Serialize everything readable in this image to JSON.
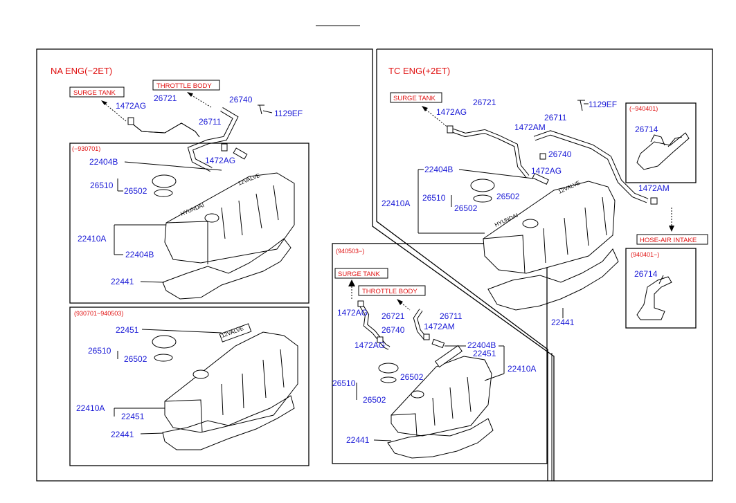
{
  "sections": {
    "na": {
      "title": "NA ENG(−2ET)"
    },
    "tc": {
      "title": "TC ENG(+2ET)"
    }
  },
  "boxes": {
    "na_top": "(−930701)",
    "na_bottom": "(930701~940503)",
    "mid": "(940503−)",
    "tc_right_top": "(−940401)",
    "tc_right_bottom": "(940401−)"
  },
  "tags": {
    "na_surge": "SURGE TANK",
    "na_throttle": "THROTTLE BODY",
    "tc_surge": "SURGE TANK",
    "tc_hose": "HOSE-AIR INTAKE",
    "mid_surge": "SURGE TANK",
    "mid_throttle": "THROTTLE BODY"
  },
  "embossed": {
    "brand": "HYUNDAI",
    "valve": "12VALVE"
  },
  "labels": {
    "na": {
      "p1472ag_a": "1472AG",
      "p26721": "26721",
      "p26740": "26740",
      "p1129ef": "1129EF",
      "p26711": "26711",
      "p1472ag_b": "1472AG",
      "p22404b_a": "22404B",
      "p26510": "26510",
      "p26502": "26502",
      "p22410a": "22410A",
      "p22404b_b": "22404B",
      "p22441": "22441"
    },
    "na2": {
      "p22451_a": "22451",
      "p26510": "26510",
      "p26502": "26502",
      "p22410a": "22410A",
      "p22451_b": "22451",
      "p22441": "22441"
    },
    "mid": {
      "p1472ag_a": "1472AG",
      "p26721": "26721",
      "p26711": "26711",
      "p1472am": "1472AM",
      "p26740": "26740",
      "p1472ag_b": "1472AG",
      "p22404b": "22404B",
      "p22451": "22451",
      "p22410a": "22410A",
      "p26510": "26510",
      "p26502_a": "26502",
      "p26502_b": "26502",
      "p22441": "22441"
    },
    "tc": {
      "p1472ag_a": "1472AG",
      "p26721": "26721",
      "p1129ef": "1129EF",
      "p26711": "26711",
      "p1472am_a": "1472AM",
      "p26740": "26740",
      "p1472ag_b": "1472AG",
      "p22404b": "22404B",
      "p22410a": "22410A",
      "p26510": "26510",
      "p26502_a": "26502",
      "p26502_b": "26502",
      "p22441": "22441",
      "p1472am_b": "1472AM",
      "p26714_a": "26714",
      "p26714_b": "26714"
    }
  }
}
